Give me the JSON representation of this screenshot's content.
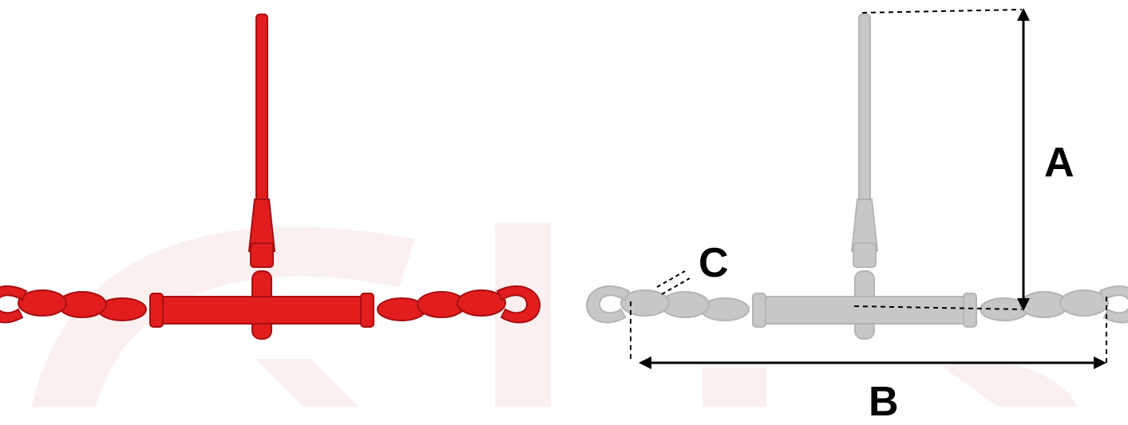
{
  "dimensions": {
    "a": "A",
    "b": "B",
    "c": "C"
  },
  "colors": {
    "tool_red": "#e11d1d",
    "tool_red_dark": "#a80f12",
    "tool_grey": "#c7c7c7",
    "watermark": "#f7e4e4",
    "dimension_lines": "#000000"
  },
  "illustrations": {
    "left": "red-ratchet-load-binder",
    "right": "grey-ratchet-load-binder-dimensioned"
  }
}
